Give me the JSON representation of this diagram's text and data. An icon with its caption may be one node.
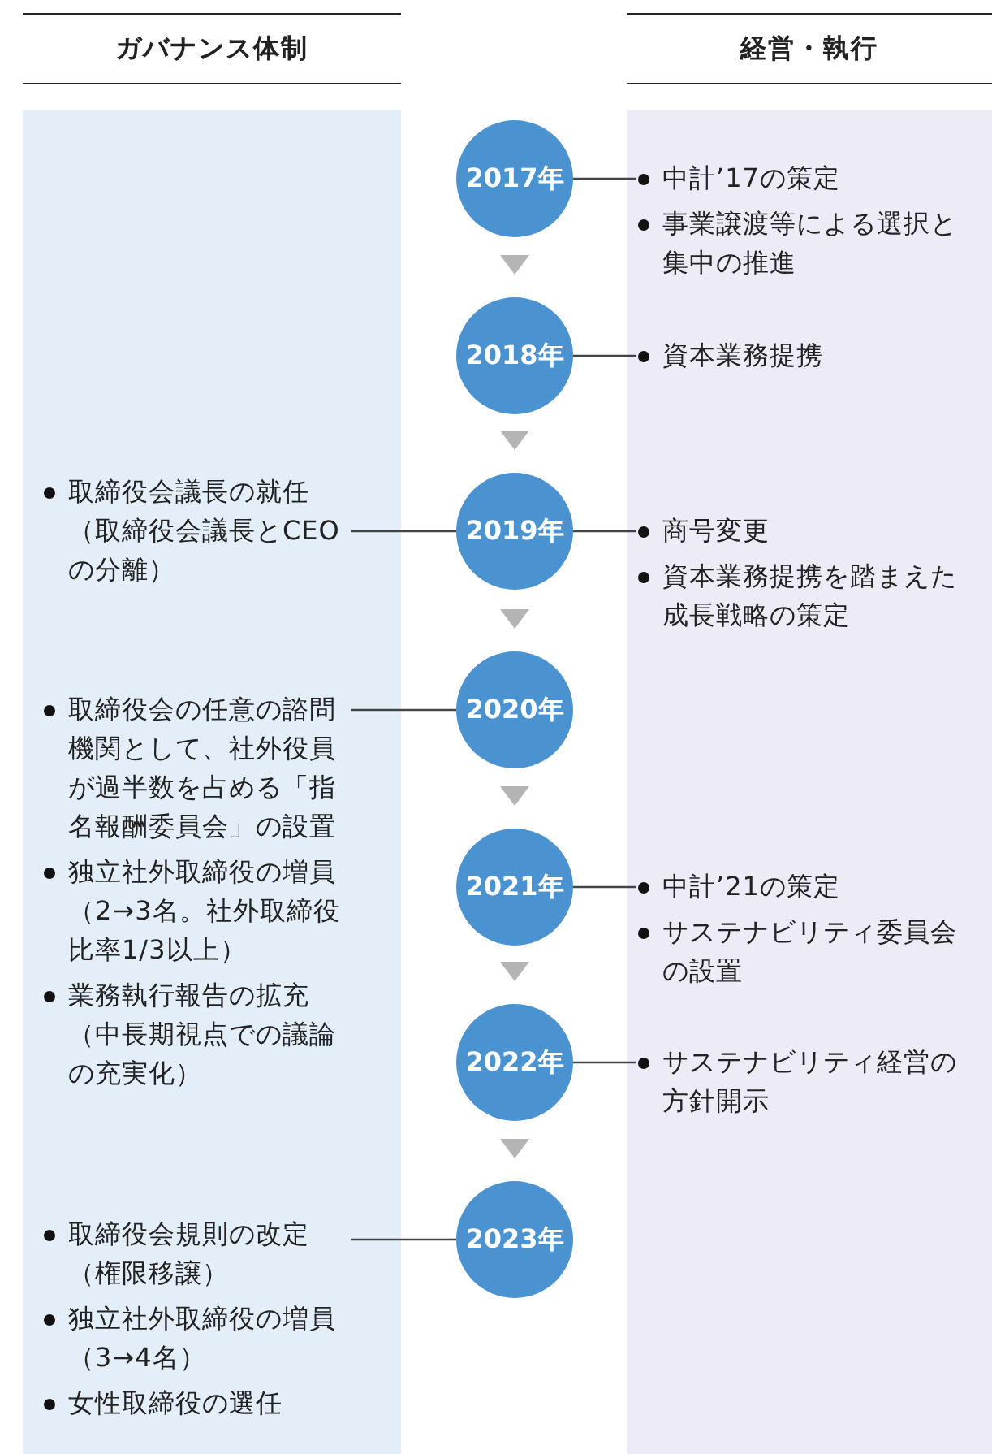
{
  "diagram": {
    "nodes": [
      {
        "text": [
          "ガバナンス体制"
        ]
      },
      {
        "text": [
          "経営・執行"
        ]
      },
      {
        "text": [
          "2017年"
        ]
      },
      {
        "text": [
          "2018年"
        ]
      },
      {
        "text": [
          "2019年"
        ]
      },
      {
        "text": [
          "2020年"
        ]
      },
      {
        "text": [
          "2021年"
        ]
      },
      {
        "text": [
          "2022年"
        ]
      },
      {
        "text": [
          "2023年"
        ]
      },
      {
        "text": [
          "中計’17の策定",
          "事業譲渡等による選択と集中の推進"
        ],
        "in": 1
      },
      {
        "text": [
          "資本業務提携"
        ],
        "in": 1
      },
      {
        "text": [
          "取締役会議長の就任（取締役会議長とCEOの分離）"
        ],
        "in": 0
      },
      {
        "text": [
          "商号変更",
          "資本業務提携を踏まえた成長戦略の策定"
        ],
        "in": 1
      },
      {
        "text": [
          "取締役会の任意の諮問機関として、社外役員が過半数を占める「指名報酬委員会」の設置",
          "独立社外取締役の増員（2→3名。社外取締役比率1/3以上）",
          "業務執行報告の拡充（中長期視点での議論の充実化）"
        ],
        "in": 0
      },
      {
        "text": [
          "中計’21の策定",
          "サステナビリティ委員会の設置"
        ],
        "in": 1
      },
      {
        "text": [
          "サステナビリティ経営の方針開示"
        ],
        "in": 1
      },
      {
        "text": [
          "取締役会規則の改定（権限移譲）",
          "独立社外取締役の増員（3→4名）",
          "女性取締役の選任"
        ],
        "in": 0
      }
    ],
    "edges": [
      {
        "from": 2,
        "to": 3,
        "arrow": "to",
        "color": "#ffffff"
      },
      {
        "from": 3,
        "to": 4,
        "arrow": "to",
        "color": "#ffffff"
      },
      {
        "from": 4,
        "to": 5,
        "arrow": "to",
        "color": "#ffffff"
      },
      {
        "from": 5,
        "to": 6,
        "arrow": "to",
        "color": "#ffffff"
      },
      {
        "from": 6,
        "to": 7,
        "arrow": "to",
        "color": "#ffffff"
      },
      {
        "from": 7,
        "to": 8,
        "arrow": "to",
        "color": "#ffffff"
      },
      {
        "from": 2,
        "to": 9,
        "arrow": "none"
      },
      {
        "from": 3,
        "to": 10,
        "arrow": "none"
      },
      {
        "from": 4,
        "to": 11,
        "arrow": "none"
      },
      {
        "from": 4,
        "to": 12,
        "arrow": "none"
      },
      {
        "from": 5,
        "to": 13,
        "arrow": "none"
      },
      {
        "from": 6,
        "to": 14,
        "arrow": "none"
      },
      {
        "from": 7,
        "to": 15,
        "arrow": "none"
      },
      {
        "from": 8,
        "to": 16,
        "arrow": "none"
      }
    ]
  }
}
